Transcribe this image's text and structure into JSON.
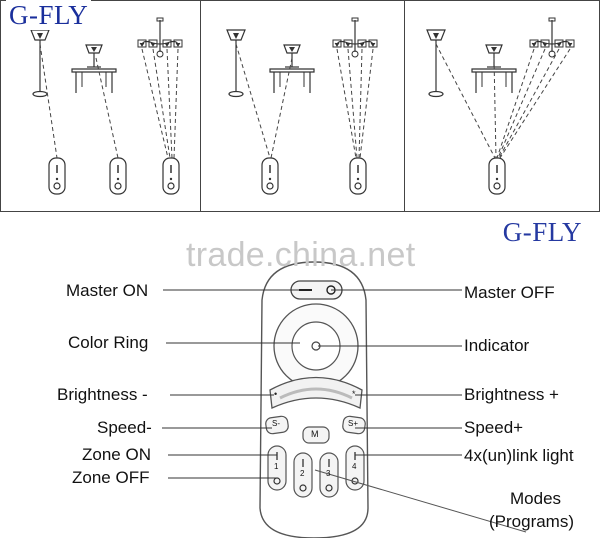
{
  "brand": {
    "logo_top": "G-FLY",
    "logo_bottom": "G-FLY"
  },
  "watermark": "trade.china.net",
  "labels_left": {
    "master_on": "Master ON",
    "color_ring": "Color Ring",
    "brightness_minus": "Brightness -",
    "speed_minus": "Speed-",
    "zone_on": "Zone ON",
    "zone_off": "Zone OFF"
  },
  "labels_right": {
    "master_off": "Master OFF",
    "indicator": "Indicator",
    "brightness_plus": "Brightness +",
    "speed_plus": "Speed+",
    "link_light": "4x(un)link light",
    "modes": "Modes",
    "programs": "(Programs)"
  },
  "remote_buttons": {
    "speed_minus": "S-",
    "mode": "M",
    "speed_plus": "S+"
  },
  "zone_numbers": [
    "1",
    "2",
    "3",
    "4"
  ]
}
